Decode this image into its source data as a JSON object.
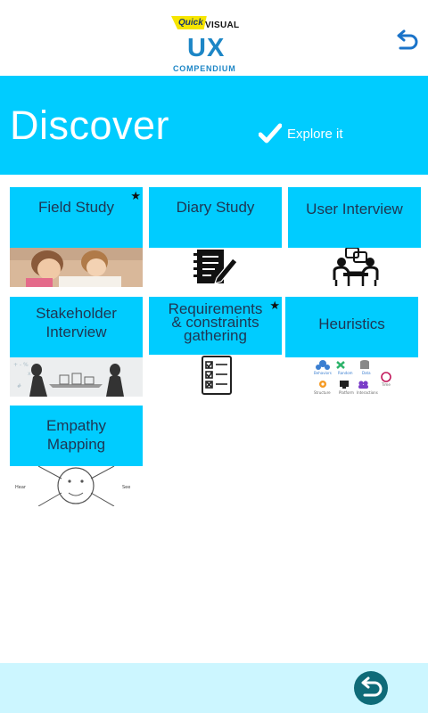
{
  "logo": {
    "quick": "Quick",
    "visual": "VISUAL",
    "ux": "UX",
    "compendium": "COMPENDIUM"
  },
  "header": {
    "title": "Discover",
    "explore_label": "Explore it"
  },
  "cards": [
    {
      "title": "Field Study",
      "starred": true
    },
    {
      "title": "Diary Study",
      "starred": false
    },
    {
      "title": "User Interview",
      "starred": false
    },
    {
      "title": "Stakeholder Interview",
      "starred": false
    },
    {
      "title": "Requirements & constraints gathering",
      "starred": true
    },
    {
      "title": "Heuristics",
      "starred": false
    },
    {
      "title": "Empathy Mapping",
      "starred": false
    }
  ],
  "star": "★",
  "heuristics_icons": {
    "row1": [
      "Behaviors",
      "Random",
      "Data"
    ],
    "row2": [
      "Structure",
      "Platform",
      "Interactions",
      "Time"
    ]
  },
  "empathy_labels": {
    "left": "Hear",
    "right": "See"
  },
  "colors": {
    "accent": "#00ccff",
    "title_text": "#1f3552",
    "bottom_bar": "#ccf6ff",
    "back_button": "#0f6b78"
  }
}
